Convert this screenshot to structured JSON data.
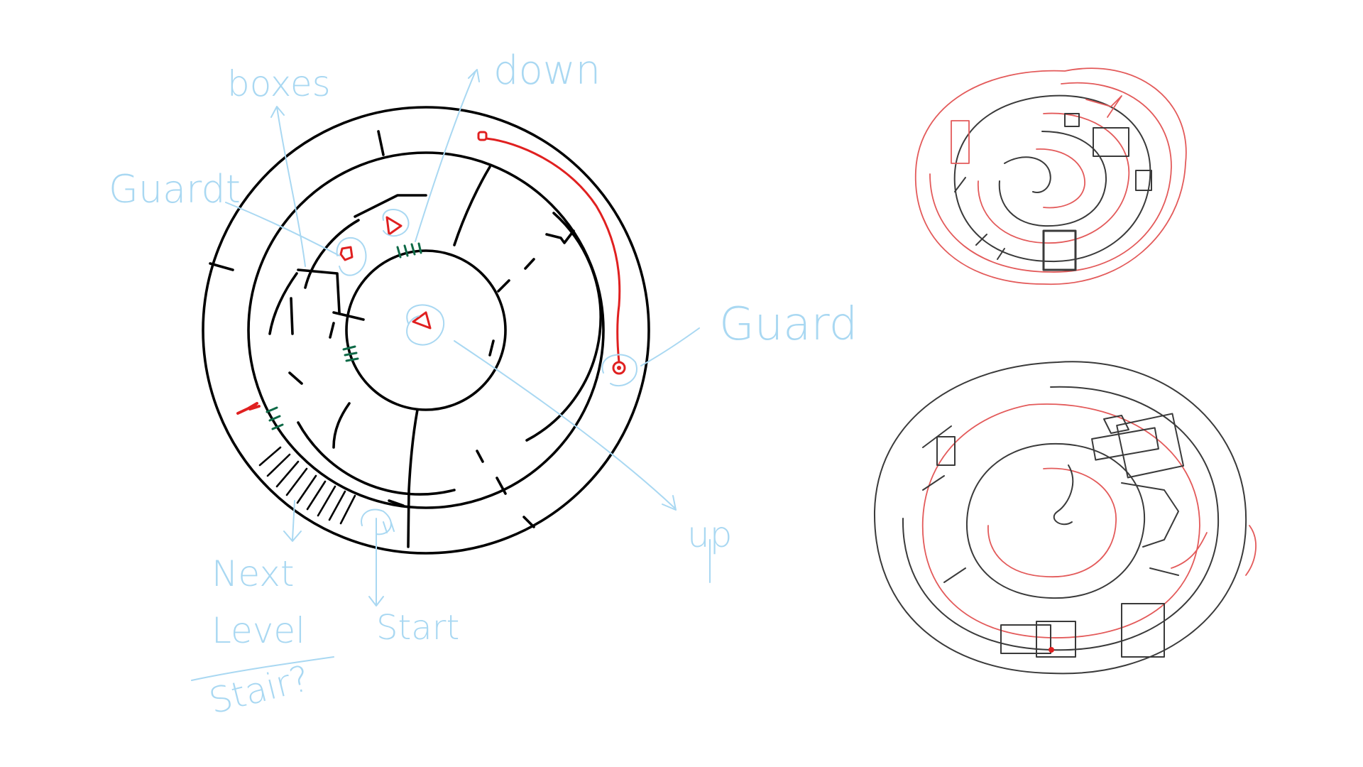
{
  "annotations": {
    "boxes": "boxes",
    "down": "down",
    "guard_left": "Guardt",
    "guard_right": "Guard",
    "up": "up",
    "next": "Next",
    "level": "Level",
    "stair": "Stair?",
    "start": "Start"
  },
  "colors": {
    "annotation": "#a9d8f2",
    "wall": "#000000",
    "path": "#e02020",
    "door": "#0e6a47",
    "sketch_wall": "#3a3a3a",
    "sketch_path": "#e35a5a"
  },
  "icons": [
    "guard-triangle-marker",
    "object-marker",
    "door-tick-marker",
    "stair-hatching"
  ]
}
